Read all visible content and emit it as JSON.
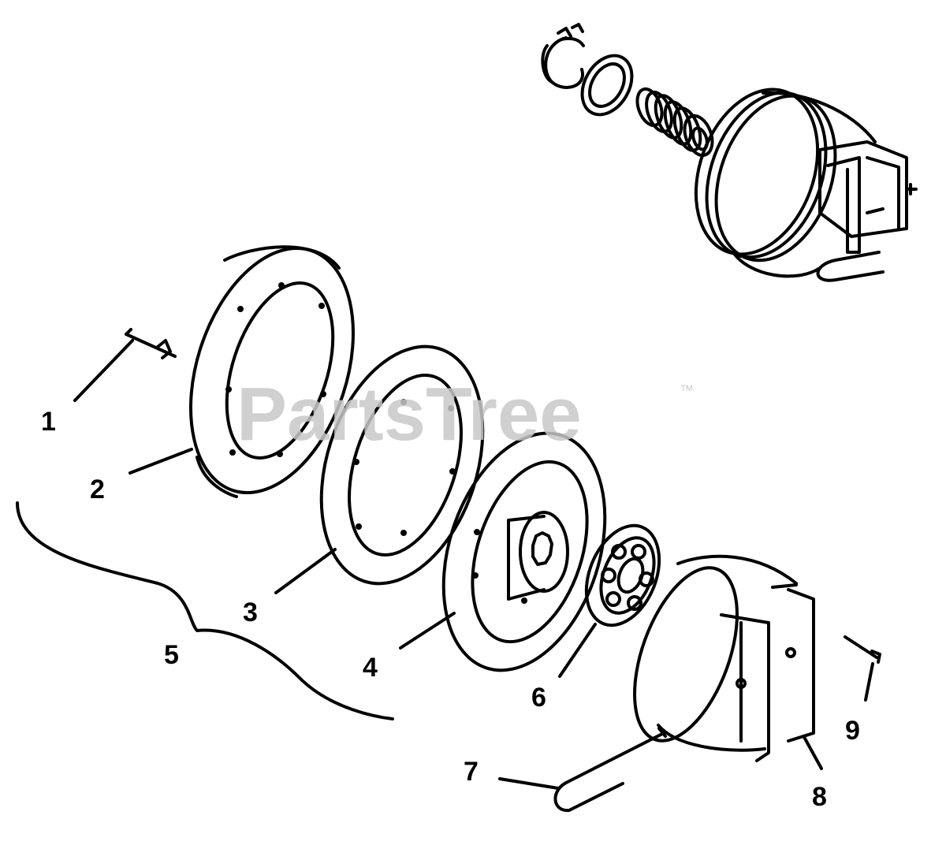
{
  "watermark": {
    "text": "PartsTree",
    "tm": "™"
  },
  "callouts": [
    "1",
    "2",
    "3",
    "4",
    "5",
    "6",
    "7",
    "8",
    "9"
  ],
  "colors": {
    "line": "#000000",
    "watermark": "#c8c8c8",
    "background": "#ffffff"
  }
}
